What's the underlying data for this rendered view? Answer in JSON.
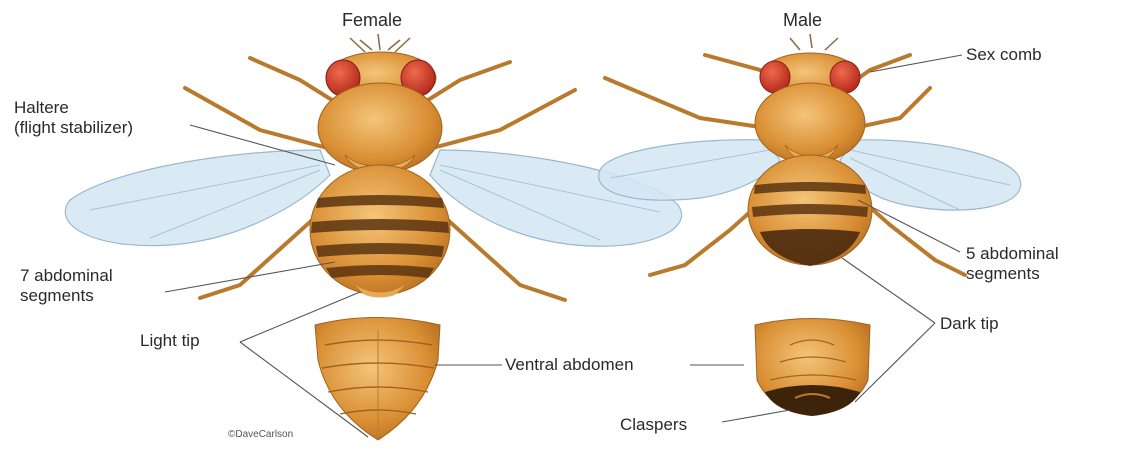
{
  "headings": {
    "female": "Female",
    "male": "Male"
  },
  "labels": {
    "haltere_line1": "Haltere",
    "haltere_line2": "(flight stabilizer)",
    "abdominal7_line1": "7 abdominal",
    "abdominal7_line2": "segments",
    "light_tip": "Light tip",
    "ventral_abdomen": "Ventral abdomen",
    "sex_comb": "Sex comb",
    "abdominal5_line1": "5 abdominal",
    "abdominal5_line2": "segments",
    "dark_tip": "Dark tip",
    "claspers": "Claspers"
  },
  "credit": "©DaveCarlson",
  "colors": {
    "body": "#d9933a",
    "body_light": "#f0bd6e",
    "stripe": "#5a3410",
    "eye": "#c8321e",
    "wing": "#cfe3f2",
    "wing_edge": "#9ab8cf",
    "leader": "#555555"
  }
}
